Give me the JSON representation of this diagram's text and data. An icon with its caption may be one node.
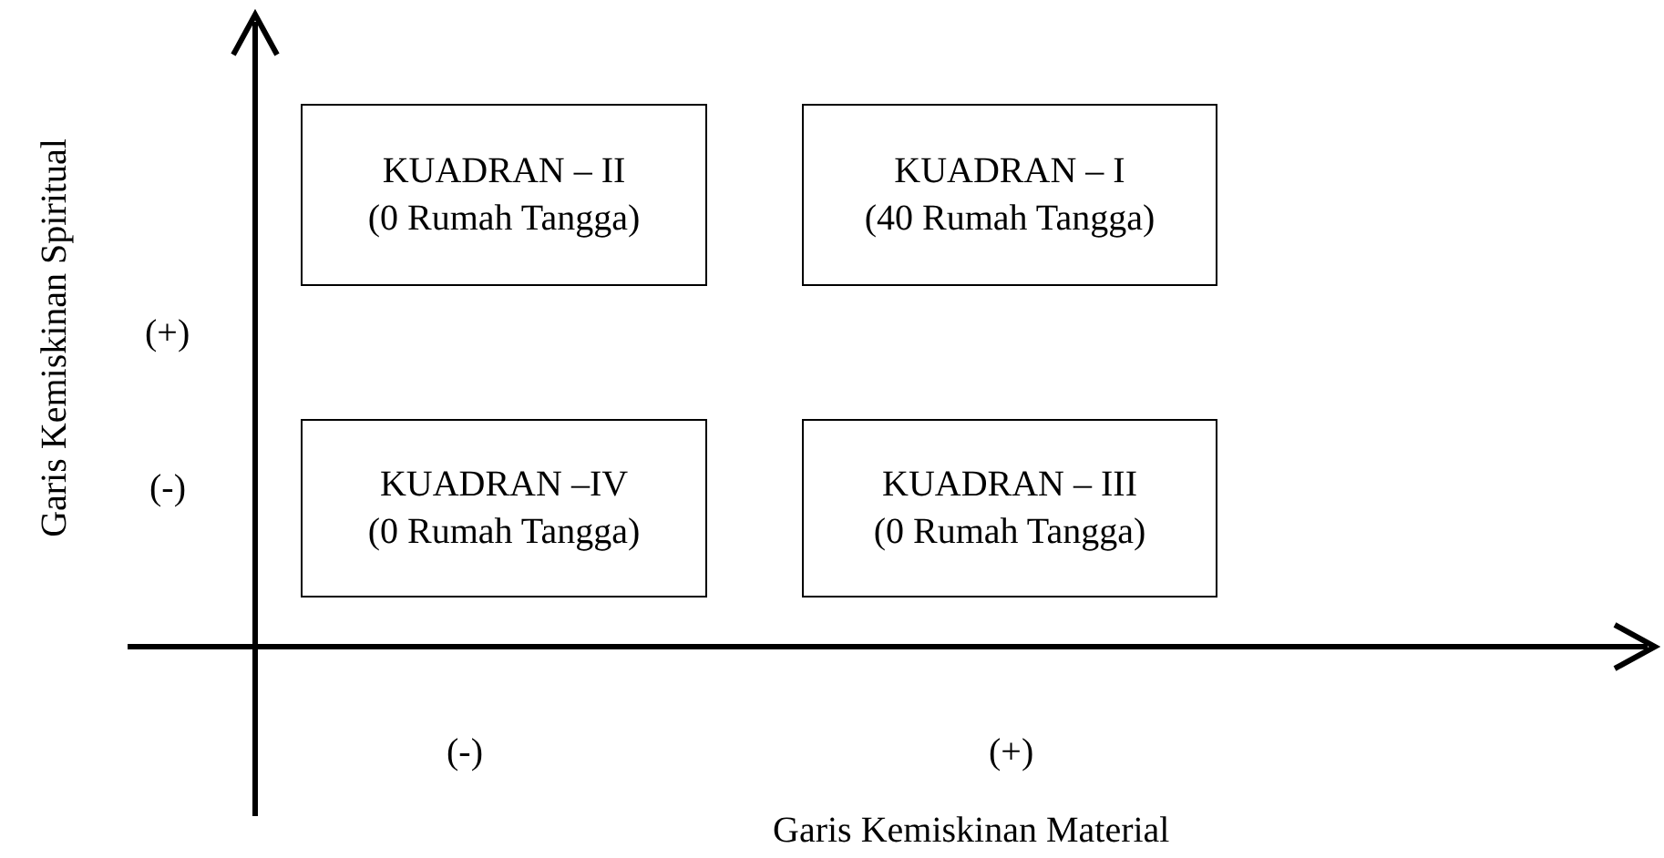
{
  "diagram": {
    "nodes": [
      {
        "text": [
          "KUADRAN – II",
          "(0 Rumah Tangga)"
        ]
      },
      {
        "text": [
          "KUADRAN – I",
          "(40 Rumah Tangga)"
        ]
      },
      {
        "text": [
          "KUADRAN –IV",
          "(0 Rumah Tangga)"
        ]
      },
      {
        "text": [
          "KUADRAN – III",
          "(0 Rumah Tangga)"
        ]
      }
    ],
    "edges": [],
    "labels": [
      "Garis Kemiskinan Spiritual",
      "(+)",
      "(-)",
      "(-)",
      "(+)",
      "Garis Kemiskinan Material"
    ]
  }
}
